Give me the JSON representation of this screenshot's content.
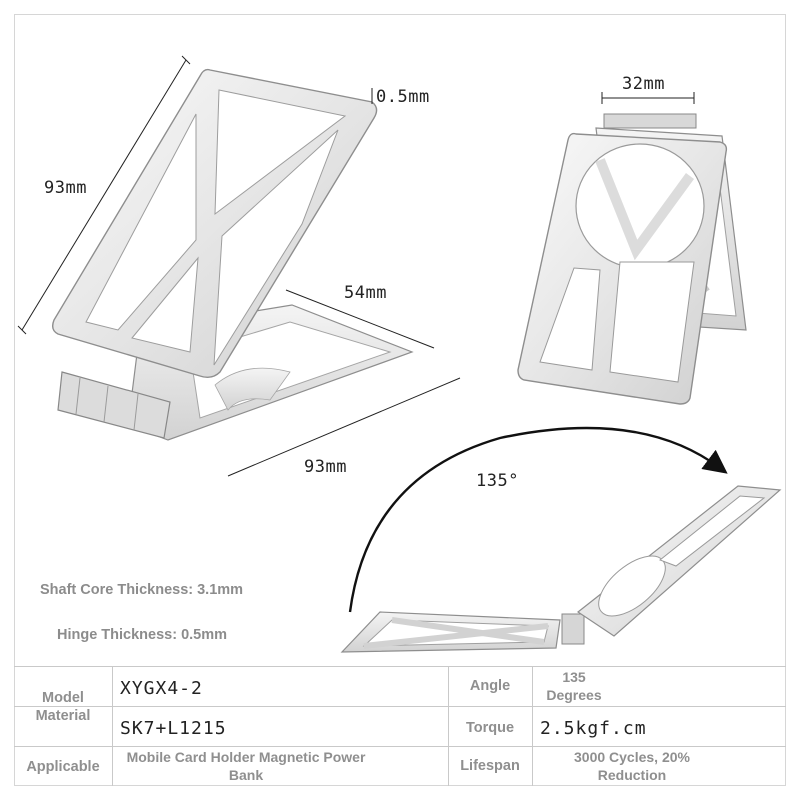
{
  "dimensions": {
    "height_left": "93mm",
    "thickness": "0.5mm",
    "depth": "54mm",
    "base_length": "93mm",
    "hinge_width": "32mm",
    "angle": "135°"
  },
  "notes": {
    "shaft_core": "Shaft Core Thickness: 3.1mm",
    "hinge_thickness": "Hinge Thickness: 0.5mm"
  },
  "specs": {
    "model_label": "Model",
    "model_value": "XYGX4-2",
    "material_label": "Material",
    "material_value": "SK7+L1215",
    "applicable_label": "Applicable",
    "applicable_value": "Mobile Card Holder Magnetic Power Bank",
    "angle_label": "Angle",
    "angle_value": "135 Degrees",
    "torque_label": "Torque",
    "torque_value": "2.5kgf.cm",
    "lifespan_label": "Lifespan",
    "lifespan_value": "3000 Cycles, 20% Reduction"
  },
  "colors": {
    "metal_light": "#f1f1f1",
    "metal_edge": "#8e8e8e",
    "label_grey": "#8f8f8f",
    "dimension_ink": "#222222"
  }
}
